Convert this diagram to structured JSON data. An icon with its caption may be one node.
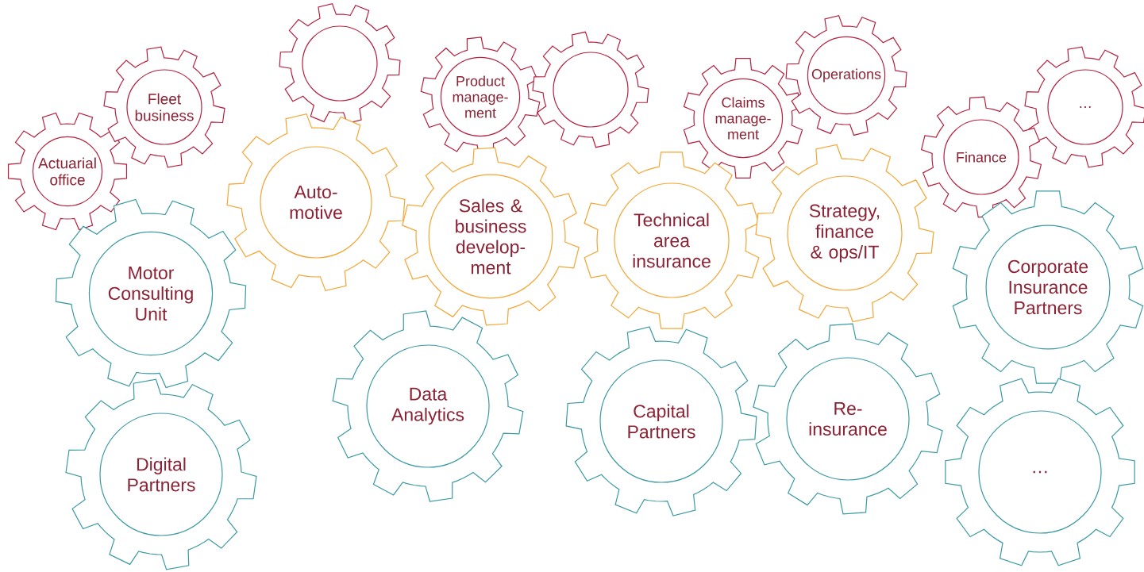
{
  "diagram": {
    "nodes": [
      {
        "text": [
          "Actuarial office"
        ]
      },
      {
        "text": [
          "Fleet business"
        ]
      },
      {
        "text": [],
        "shape": "gear"
      },
      {
        "text": [
          "Product manage- ment"
        ]
      },
      {
        "text": [],
        "shape": "gear"
      },
      {
        "text": [
          "Claims manage- ment"
        ]
      },
      {
        "text": [
          "Operations"
        ]
      },
      {
        "text": [
          "…"
        ]
      },
      {
        "text": [
          "Auto- motive"
        ]
      },
      {
        "text": [
          "Sales & business develop- ment"
        ]
      },
      {
        "text": [
          "Technical area insurance"
        ]
      },
      {
        "text": [
          "Strategy, finance & ops/IT"
        ]
      },
      {
        "text": [
          "Finance"
        ]
      },
      {
        "text": [
          "Motor Consulting Unit"
        ]
      },
      {
        "text": [
          "Corporate Insurance Partners"
        ]
      },
      {
        "text": [
          "Data Analytics"
        ]
      },
      {
        "text": [
          "Capital Partners"
        ]
      },
      {
        "text": [
          "Re- insurance"
        ]
      },
      {
        "text": [
          "Digital Partners"
        ]
      },
      {
        "text": [
          "…"
        ]
      }
    ]
  }
}
